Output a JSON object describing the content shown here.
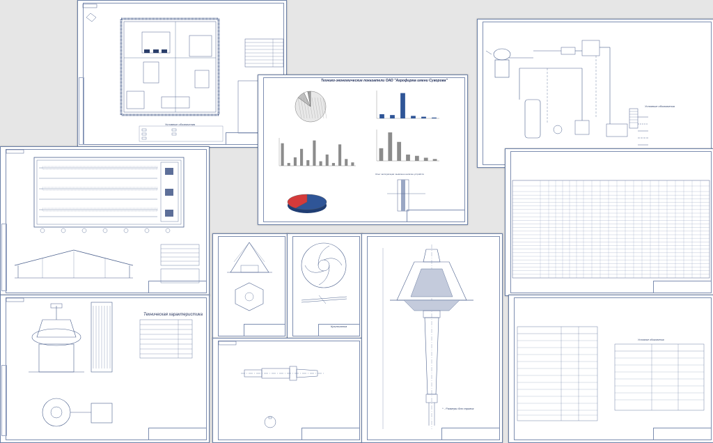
{
  "colors": {
    "sheet_border": "#6a7fa6",
    "line": "#4a5f8c",
    "blue_fill": "#2f5597",
    "red_fill": "#d43a3a",
    "bar_color": "#2f5597",
    "gray_bars": "#8c8c8c"
  },
  "sheets": {
    "plan": {
      "tag": "",
      "legend_title": "Условные обозначения",
      "title_block": "",
      "code": ""
    },
    "schema": {
      "legend_title": "Условные обозначения",
      "legend_items": [
        "",
        "",
        "",
        "",
        "",
        ""
      ],
      "title_block": "",
      "code": ""
    },
    "economics": {
      "title": "Технико-экономические показатели ОАО \"Агрофирма имени Суворова\"",
      "chart1_title": "",
      "chart2_title": "",
      "chart3_title": "",
      "chart4_title": "",
      "chart5_title": "",
      "chart6_title": "Опыт эксплуатации: выявлено наличие устройств",
      "code": ""
    },
    "barn": {
      "section_label": "",
      "table_title": "",
      "code": ""
    },
    "spec_table": {
      "code": ""
    },
    "separator": {
      "char_title": "Техническая характеристика",
      "code": ""
    },
    "cone": {
      "code": ""
    },
    "impeller": {
      "label": "Крыльчатка",
      "code": ""
    },
    "shaft": {
      "code": ""
    },
    "drum": {
      "note": "* - Размеры для справок",
      "code": ""
    },
    "econ_table": {
      "table_title": "",
      "code": "",
      "legend_title": "Условные обозначения"
    }
  },
  "chart_data": [
    {
      "type": "pie",
      "title": "",
      "values": [
        85,
        8,
        4,
        3
      ],
      "colors": [
        "#e8e8e8",
        "#c0c0c0",
        "#ffffff",
        "#a0a0a0"
      ]
    },
    {
      "type": "bar",
      "title": "",
      "categories": [
        "",
        "",
        "",
        "",
        "",
        ""
      ],
      "values": [
        5,
        4,
        30,
        3,
        2,
        1
      ]
    },
    {
      "type": "bar",
      "title": "",
      "categories": [
        "",
        "",
        "",
        "",
        "",
        "",
        "",
        "",
        "",
        "",
        "",
        ""
      ],
      "values": [
        40,
        5,
        15,
        30,
        10,
        45,
        8,
        20,
        5,
        38,
        12,
        6
      ]
    },
    {
      "type": "bar",
      "title": "",
      "categories": [
        "",
        "",
        "",
        "",
        "",
        "",
        ""
      ],
      "values": [
        20,
        45,
        30,
        10,
        8,
        5,
        3
      ]
    },
    {
      "type": "pie",
      "title": "",
      "values": [
        60,
        40
      ],
      "colors": [
        "#2f5597",
        "#d43a3a"
      ]
    }
  ]
}
